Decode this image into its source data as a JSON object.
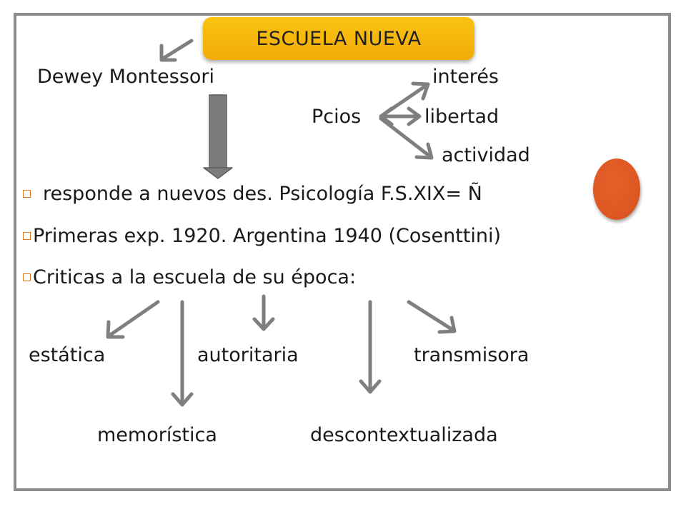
{
  "title": "ESCUELA NUEVA",
  "authors": "Dewey Montessori",
  "principles": {
    "label": "Pcios",
    "items": [
      "interés",
      "libertad",
      "actividad"
    ]
  },
  "bullets": [
    "responde a nuevos des. Psicología F.S.XIX= Ñ",
    "Primeras exp. 1920. Argentina 1940 (Cosenttini)",
    "Criticas a la escuela de su época:"
  ],
  "criticisms": [
    "estática",
    "autoritaria",
    "transmisora",
    "memorística",
    "descontextualizada"
  ],
  "colors": {
    "title_fill": "#f5b70c",
    "arrow": "#7f7f7f",
    "frame": "#8c8c8c",
    "accent_oval": "#dd5a24",
    "bullet_box": "#e07a1f"
  }
}
